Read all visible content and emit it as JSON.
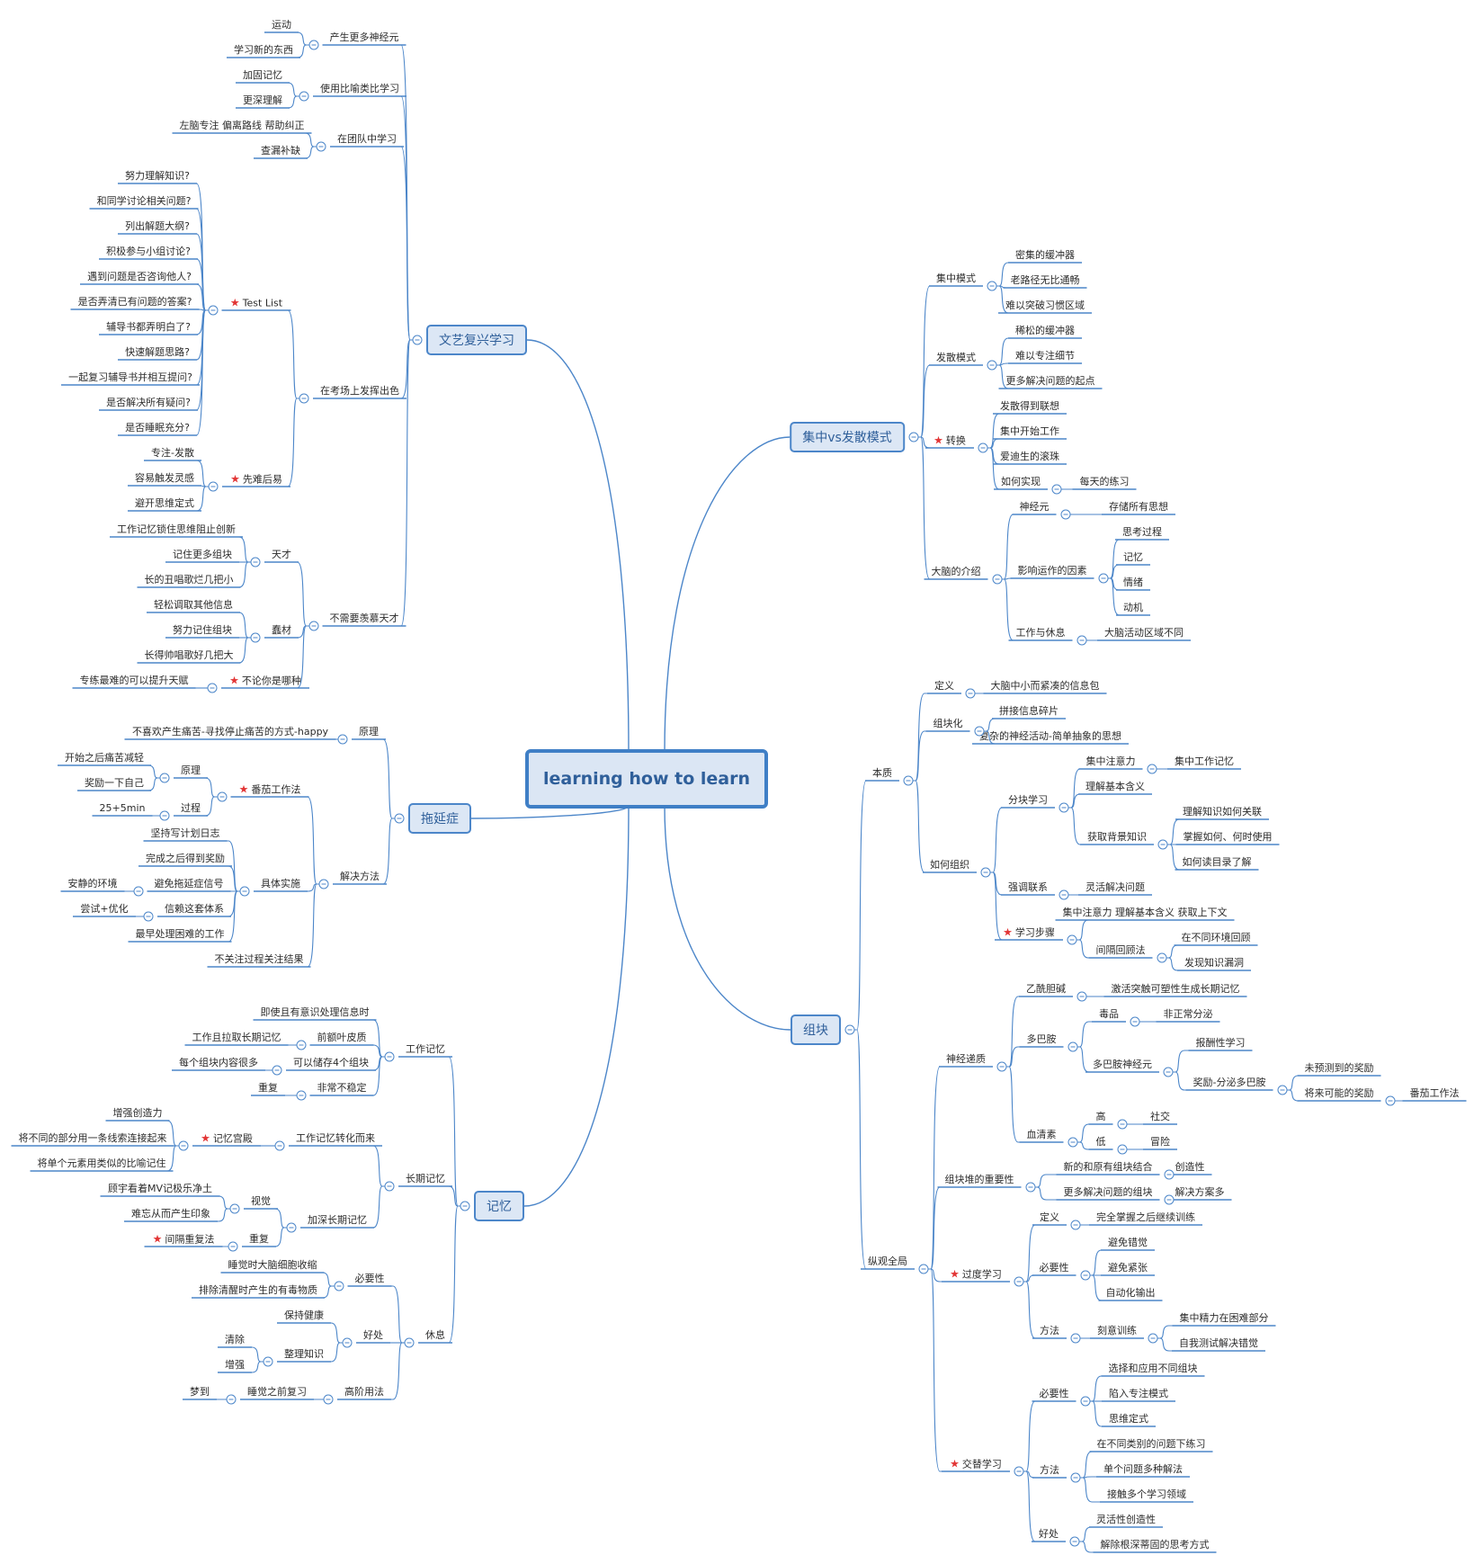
{
  "colors": {
    "line": "#4c86c9",
    "node_fill": "#dce7f5",
    "star": "#e23434",
    "text": "#2b2b2b"
  },
  "root": {
    "label": "learning how to learn"
  },
  "branches": {
    "renaissance": {
      "label": "文艺复兴学习"
    },
    "focus_diffuse": {
      "label": "集中vs发散模式"
    },
    "procrastination": {
      "label": "拖延症"
    },
    "chunk": {
      "label": "组块"
    },
    "memory": {
      "label": "记忆"
    }
  },
  "labels": {
    "r1": "产生更多神经元",
    "r1a": "运动",
    "r1b": "学习新的东西",
    "r2": "使用比喻类比学习",
    "r2a": "加固记忆",
    "r2b": "更深理解",
    "r3": "在团队中学习",
    "r3a": "左脑专注 偏离路线 帮助纠正",
    "r3b": "查漏补缺",
    "r4": "在考场上发挥出色",
    "r4a": "Test List",
    "r4a1": "努力理解知识?",
    "r4a2": "和同学讨论相关问题?",
    "r4a3": "列出解题大纲?",
    "r4a4": "积极参与小组讨论?",
    "r4a5": "遇到问题是否咨询他人?",
    "r4a6": "是否弄清已有问题的答案?",
    "r4a7": "辅导书都弄明白了?",
    "r4a8": "快速解题思路?",
    "r4a9": "一起复习辅导书并相互提问?",
    "r4a10": "是否解决所有疑问?",
    "r4a11": "是否睡眠充分?",
    "r4b": "先难后易",
    "r4b1": "专注-发散",
    "r4b2": "容易触发灵感",
    "r4b3": "避开思维定式",
    "r5": "不需要羡慕天才",
    "r5a": "天才",
    "r5a1": "工作记忆锁住思维阻止创新",
    "r5a2": "记住更多组块",
    "r5a3": "长的丑唱歌烂几把小",
    "r5b": "蠢材",
    "r5b1": "轻松调取其他信息",
    "r5b2": "努力记住组块",
    "r5b3": "长得帅唱歌好几把大",
    "r5c": "不论你是哪种",
    "r5c1": "专练最难的可以提升天赋",
    "p1": "原理",
    "p1a": "不喜欢产生痛苦-寻找停止痛苦的方式-happy",
    "p2": "解决方法",
    "p2a": "番茄工作法",
    "p2a1": "原理",
    "p2a1a": "开始之后痛苦减轻",
    "p2a1b": "奖励一下自己",
    "p2a2": "过程",
    "p2a2a": "25+5min",
    "p2b": "具体实施",
    "p2b1": "坚持写计划日志",
    "p2b2": "完成之后得到奖励",
    "p2b3": "避免拖延症信号",
    "p2b3a": "安静的环境",
    "p2b4": "信赖这套体系",
    "p2b4a": "尝试+优化",
    "p2b5": "最早处理困难的工作",
    "p2c": "不关注过程关注结果",
    "m1": "工作记忆",
    "m1a": "即使且有意识处理信息时",
    "m1b": "前额叶皮质",
    "m1b1": "工作且拉取长期记忆",
    "m1c": "可以储存4个组块",
    "m1c1": "每个组块内容很多",
    "m1d": "非常不稳定",
    "m1d1": "重复",
    "m2": "长期记忆",
    "m2a": "工作记忆转化而来",
    "m2a1": "记忆宫殿",
    "m2a1a": "增强创造力",
    "m2a1b": "将不同的部分用一条线索连接起来",
    "m2a1c": "将单个元素用类似的比喻记住",
    "m2b": "加深长期记忆",
    "m2b1": "视觉",
    "m2b1a": "顾宇看着MV记极乐净土",
    "m2b1b": "难忘从而产生印象",
    "m2b2": "重复",
    "m2b2a": "间隔重复法",
    "m3": "休息",
    "m3a": "必要性",
    "m3a1": "睡觉时大脑细胞收缩",
    "m3a2": "排除清醒时产生的有毒物质",
    "m3b": "好处",
    "m3b1": "保持健康",
    "m3b2": "整理知识",
    "m3b2a": "清除",
    "m3b2b": "增强",
    "m3c": "高阶用法",
    "m3c1": "睡觉之前复习",
    "m3c1a": "梦到",
    "f1": "集中模式",
    "f1a": "密集的缓冲器",
    "f1b": "老路径无比通畅",
    "f1c": "难以突破习惯区域",
    "f2": "发散模式",
    "f2a": "稀松的缓冲器",
    "f2b": "难以专注细节",
    "f2c": "更多解决问题的起点",
    "f3": "转换",
    "f3a": "发散得到联想",
    "f3b": "集中开始工作",
    "f3c": "爱迪生的滚珠",
    "f3d": "如何实现",
    "f3d1": "每天的练习",
    "f4": "大脑的介绍",
    "f4a": "神经元",
    "f4a1": "存储所有思想",
    "f4b": "影响运作的因素",
    "f4b1": "思考过程",
    "f4b2": "记忆",
    "f4b3": "情绪",
    "f4b4": "动机",
    "f4c": "工作与休息",
    "f4c1": "大脑活动区域不同",
    "c1": "本质",
    "c1a": "定义",
    "c1a1": "大脑中小而紧凑的信息包",
    "c1b": "组块化",
    "c1b1": "拼接信息碎片",
    "c1b2": "复杂的神经活动-简单抽象的思想",
    "c1c": "如何组织",
    "c1c1": "分块学习",
    "c1c1a": "集中注意力",
    "c1c1a1": "集中工作记忆",
    "c1c1b": "理解基本含义",
    "c1c1c": "获取背景知识",
    "c1c1c1": "理解知识如何关联",
    "c1c1c2": "掌握如何、何时使用",
    "c1c1c3": "如何读目录了解",
    "c1c2": "强调联系",
    "c1c2a": "灵活解决问题",
    "c1c3": "学习步骤",
    "c1c3a": "集中注意力 理解基本含义 获取上下文",
    "c1c3b": "间隔回顾法",
    "c1c3b1": "在不同环境回顾",
    "c1c3b2": "发现知识漏洞",
    "c2": "纵观全局",
    "c2a": "神经递质",
    "c2a1": "乙酰胆碱",
    "c2a1a": "激活突触可塑性生成长期记忆",
    "c2a2": "多巴胺",
    "c2a2a": "毒品",
    "c2a2a1": "非正常分泌",
    "c2a2b": "多巴胺神经元",
    "c2a2b1": "报酬性学习",
    "c2a2b2": "奖励-分泌多巴胺",
    "c2a2b2a": "未预测到的奖励",
    "c2a2b2b": "将来可能的奖励",
    "c2a2b2b1": "番茄工作法",
    "c2a3": "血清素",
    "c2a3a": "高",
    "c2a3a1": "社交",
    "c2a3b": "低",
    "c2a3b1": "冒险",
    "c2b": "组块堆的重要性",
    "c2b1": "新的和原有组块结合",
    "c2b1a": "创造性",
    "c2b2": "更多解决问题的组块",
    "c2b2a": "解决方案多",
    "c2c": "过度学习",
    "c2c1": "定义",
    "c2c1a": "完全掌握之后继续训练",
    "c2c2": "必要性",
    "c2c2a": "避免错觉",
    "c2c2b": "避免紧张",
    "c2c2c": "自动化输出",
    "c2c3": "方法",
    "c2c3a": "刻意训练",
    "c2c3a1": "集中精力在困难部分",
    "c2c3a2": "自我测试解决错觉",
    "c2d": "交替学习",
    "c2d1": "必要性",
    "c2d1a": "选择和应用不同组块",
    "c2d1b": "陷入专注模式",
    "c2d1c": "思维定式",
    "c2d2": "方法",
    "c2d2a": "在不同类别的问题下练习",
    "c2d2b": "单个问题多种解法",
    "c2d2c": "接触多个学习领域",
    "c2d3": "好处",
    "c2d3a": "灵活性创造性",
    "c2d3b": "解除根深蒂固的思考方式"
  }
}
